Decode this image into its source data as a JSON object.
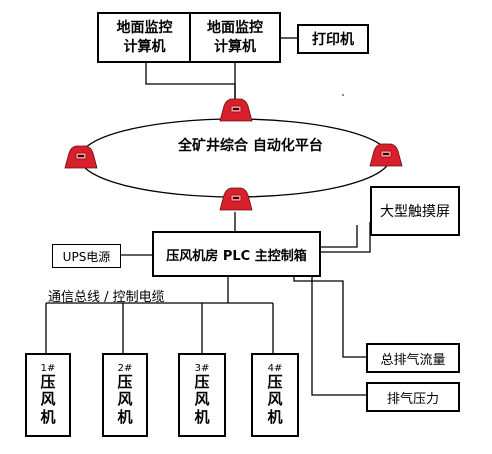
{
  "monitoring": {
    "computer_1": "地面监控\n计算机",
    "computer_2": "地面监控\n计算机",
    "printer": "打印机"
  },
  "ring": {
    "platform_label": "全矿井综合\n自动化平台"
  },
  "control": {
    "main_box": "压风机房 PLC 主控制箱",
    "ups": "UPS电源",
    "touchscreen": "大型触摸屏",
    "bus_label": "通信总线 / 控制电缆"
  },
  "compressors": [
    {
      "number": "1#",
      "name": "压\n风\n机"
    },
    {
      "number": "2#",
      "name": "压\n风\n机"
    },
    {
      "number": "3#",
      "name": "压\n风\n机"
    },
    {
      "number": "4#",
      "name": "压\n风\n机"
    }
  ],
  "sensors": {
    "total_flow": "总排气流量",
    "pressure": "排气压力"
  },
  "icons": [
    "network-switch-icon"
  ],
  "colors": {
    "switch_body": "#d8202c",
    "switch_face": "#ff6b74",
    "line": "#000000"
  }
}
